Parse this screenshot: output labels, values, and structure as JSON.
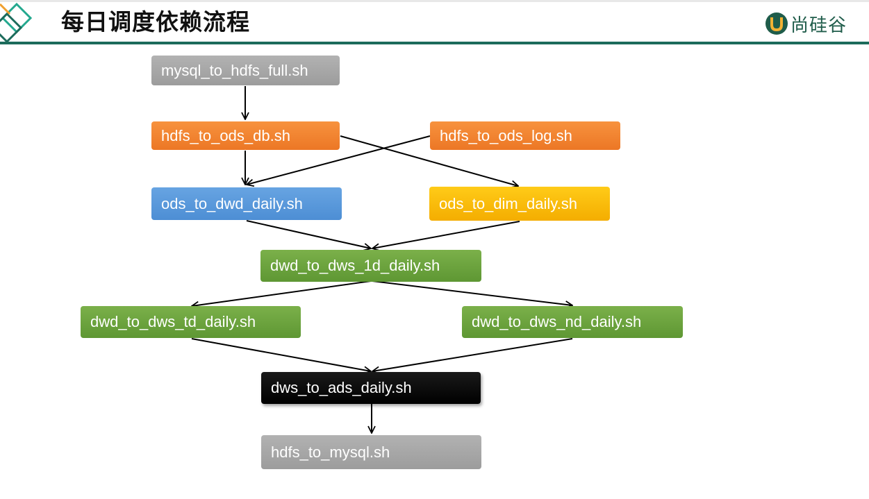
{
  "header": {
    "title": "每日调度依赖流程",
    "brand_name": "尚硅谷",
    "accent_color": "#1c6b5b"
  },
  "nodes": {
    "mysql_to_hdfs_full": "mysql_to_hdfs_full.sh",
    "hdfs_to_ods_db": "hdfs_to_ods_db.sh",
    "hdfs_to_ods_log": "hdfs_to_ods_log.sh",
    "ods_to_dwd_daily": "ods_to_dwd_daily.sh",
    "ods_to_dim_daily": "ods_to_dim_daily.sh",
    "dwd_to_dws_1d_daily": "dwd_to_dws_1d_daily.sh",
    "dwd_to_dws_td_daily": "dwd_to_dws_td_daily.sh",
    "dwd_to_dws_nd_daily": "dwd_to_dws_nd_daily.sh",
    "dws_to_ads_daily": "dws_to_ads_daily.sh",
    "hdfs_to_mysql": "hdfs_to_mysql.sh"
  },
  "edges": [
    {
      "from": "mysql_to_hdfs_full",
      "to": "hdfs_to_ods_db"
    },
    {
      "from": "hdfs_to_ods_db",
      "to": "ods_to_dwd_daily"
    },
    {
      "from": "hdfs_to_ods_db",
      "to": "ods_to_dim_daily"
    },
    {
      "from": "hdfs_to_ods_log",
      "to": "ods_to_dwd_daily"
    },
    {
      "from": "ods_to_dwd_daily",
      "to": "dwd_to_dws_1d_daily"
    },
    {
      "from": "ods_to_dim_daily",
      "to": "dwd_to_dws_1d_daily"
    },
    {
      "from": "dwd_to_dws_1d_daily",
      "to": "dwd_to_dws_td_daily"
    },
    {
      "from": "dwd_to_dws_1d_daily",
      "to": "dwd_to_dws_nd_daily"
    },
    {
      "from": "dwd_to_dws_td_daily",
      "to": "dws_to_ads_daily"
    },
    {
      "from": "dwd_to_dws_nd_daily",
      "to": "dws_to_ads_daily"
    },
    {
      "from": "dws_to_ads_daily",
      "to": "hdfs_to_mysql"
    }
  ]
}
